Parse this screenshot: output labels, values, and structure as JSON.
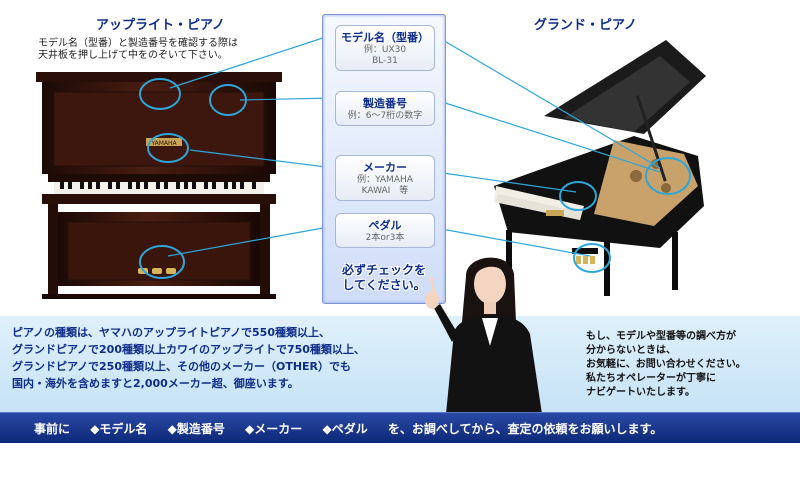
{
  "upright": {
    "heading": "アップライト・ピアノ",
    "instruction_line1": "モデル名（型番）と製造番号を確認する際は",
    "instruction_line2": "天井板を押し上げて中をのぞいて下さい。",
    "brand_plate": "YAMAHA"
  },
  "grand": {
    "heading": "グランド・ピアノ"
  },
  "checklist": [
    {
      "title": "モデル名（型番）",
      "desc": "例：UX30\nBL-31"
    },
    {
      "title": "製造番号",
      "desc": "例：6～7桁の数字"
    },
    {
      "title": "メーカー",
      "desc": "例：YAMAHA\nKAWAI　等"
    },
    {
      "title": "ペダル",
      "desc": "2本or3本"
    }
  ],
  "must_check": {
    "line1": "必ずチェックを",
    "line2": "してください。"
  },
  "info": {
    "line1": "ピアノの種類は、ヤマハのアップライトピアノで550種類以上、",
    "line2": "グランドピアノで200種類以上カワイのアップライトで750種類以上、",
    "line3": "グランドピアノで250種類以上、その他のメーカー（OTHER）でも",
    "line4": "国内・海外を含めますと2,000メーカー超、御座います。"
  },
  "contact": {
    "line1": "もし、モデルや型番等の調べ方が",
    "line2": "分からないときは、",
    "line3": "お気軽に、お問い合わせください。",
    "line4": "私たちオペレーターが丁寧に",
    "line5": "ナビゲートいたします。"
  },
  "footer": {
    "prefix": "事前に",
    "item1": "◆モデル名",
    "item2": "◆製造番号",
    "item3": "◆メーカー",
    "item4": "◆ペダル",
    "suffix": "を、お調べしてから、査定の依頼をお願いします。"
  },
  "colors": {
    "heading": "#0f2d8a",
    "callout_circle": "#2fa6d8",
    "footer_bg": "#1a3a94",
    "band_bg": "#cfe8f8"
  }
}
